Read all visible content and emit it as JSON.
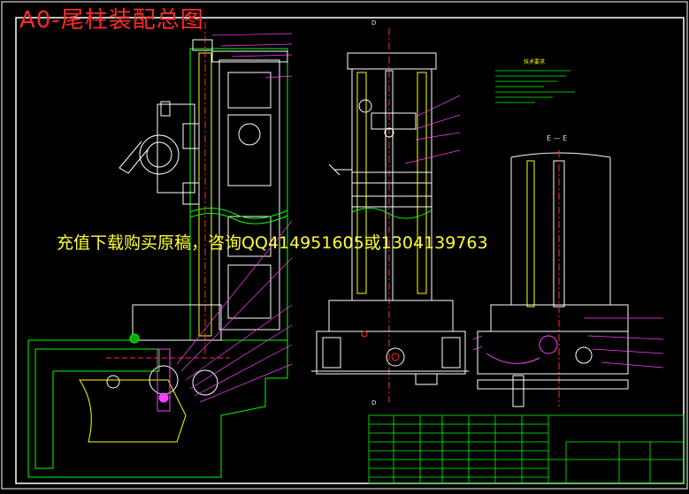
{
  "drawing": {
    "title": "A0-尾柱装配总图",
    "watermark": "充值下载购买原稿，咨询QQ414951605或1304139763",
    "section_label": "E — E",
    "section_mark_d": "D",
    "notes_heading": "技术要求"
  },
  "colors": {
    "background": "#000000",
    "frame": "#ffffff",
    "outline_yellow": "#ffff00",
    "outline_green": "#00ff00",
    "centerline_red": "#ff3030",
    "leader_magenta": "#ff40ff",
    "title_red": "#ff2a2a",
    "watermark_yellow": "#ffff33"
  }
}
